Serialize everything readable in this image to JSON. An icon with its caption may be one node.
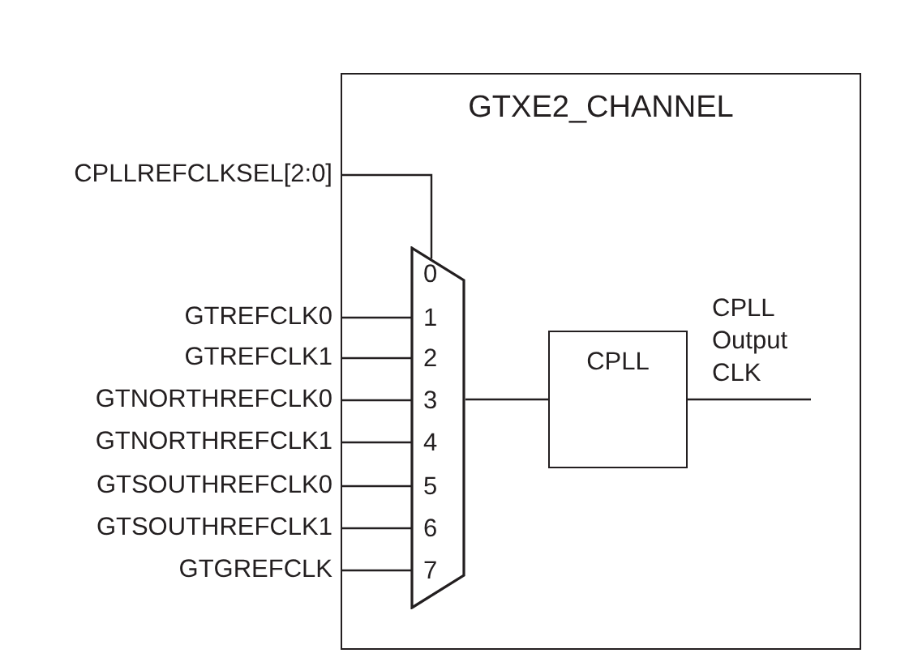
{
  "diagram": {
    "nodes": [
      {
        "text": [
          "GTXE2_CHANNEL"
        ]
      },
      {
        "text": [
          "CPLLREFCLKSEL[2:0]"
        ]
      },
      {
        "text": [
          "GTREFCLK0"
        ]
      },
      {
        "text": [
          "GTREFCLK1"
        ]
      },
      {
        "text": [
          "GTNORTHREFCLK0"
        ]
      },
      {
        "text": [
          "GTNORTHREFCLK1"
        ]
      },
      {
        "text": [
          "GTSOUTHREFCLK0"
        ]
      },
      {
        "text": [
          "GTSOUTHREFCLK1"
        ]
      },
      {
        "text": [
          "GTGREFCLK"
        ]
      },
      {
        "text": [
          "0",
          "1",
          "2",
          "3",
          "4",
          "5",
          "6",
          "7"
        ],
        "in": 0
      },
      {
        "text": [
          "CPLL"
        ],
        "in": 0
      }
    ],
    "edges": [
      {
        "from": 1,
        "to": 9,
        "arrow": "none"
      },
      {
        "from": 2,
        "to": 9,
        "arrow": "none"
      },
      {
        "from": 3,
        "to": 9,
        "arrow": "none"
      },
      {
        "from": 4,
        "to": 9,
        "arrow": "none"
      },
      {
        "from": 5,
        "to": 9,
        "arrow": "none"
      },
      {
        "from": 6,
        "to": 9,
        "arrow": "none"
      },
      {
        "from": 7,
        "to": 9,
        "arrow": "none"
      },
      {
        "from": 8,
        "to": 9,
        "arrow": "none"
      },
      {
        "from": 9,
        "to": 10,
        "arrow": "none"
      },
      {
        "from": 10,
        "to": null,
        "arrow": "none",
        "label": "CPLL Output CLK"
      }
    ]
  }
}
